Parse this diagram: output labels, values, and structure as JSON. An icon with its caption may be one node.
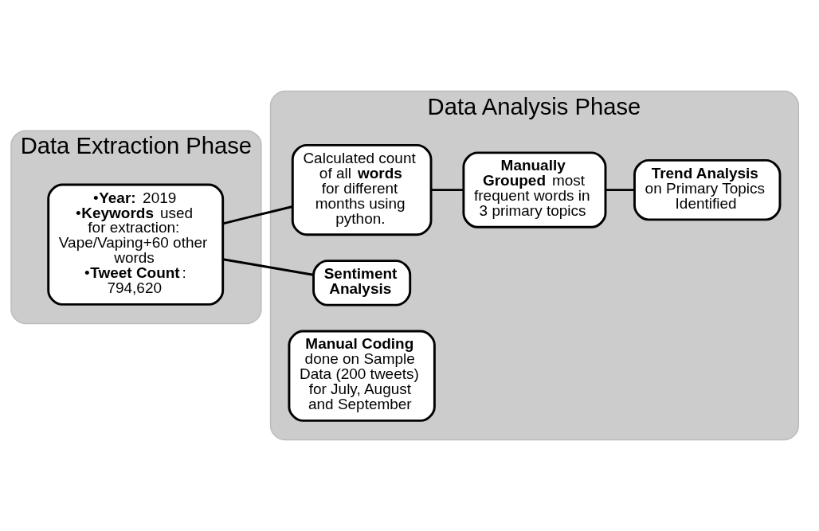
{
  "diagram": {
    "nodes": [
      {
        "text": [
          "Data Extraction Phase"
        ]
      },
      {
        "text": [
          "•**Year:** 2019",
          "•**Keywords** used for extraction: Vape/Vaping+60 other words",
          "•**Tweet Count**: 794,620"
        ],
        "in": 0
      },
      {
        "text": [
          "Data Analysis Phase"
        ]
      },
      {
        "text": [
          "Calculated count of all **words** for different months using python."
        ],
        "in": 2
      },
      {
        "text": [
          "**Manually Grouped** most frequent words in 3 primary topics"
        ],
        "in": 2
      },
      {
        "text": [
          "**Trend Analysis** on Primary Topics Identified"
        ],
        "in": 2
      },
      {
        "text": [
          "**Sentiment Analysis**"
        ],
        "in": 2
      },
      {
        "text": [
          "**Manual Coding** done on Sample Data (200 tweets) for July, August and September"
        ],
        "in": 2
      }
    ],
    "edges": [
      {
        "from": 1,
        "to": 3,
        "arrow": "none"
      },
      {
        "from": 1,
        "to": 6,
        "arrow": "none"
      },
      {
        "from": 3,
        "to": 4,
        "arrow": "none"
      },
      {
        "from": 4,
        "to": 5,
        "arrow": "none"
      }
    ]
  }
}
